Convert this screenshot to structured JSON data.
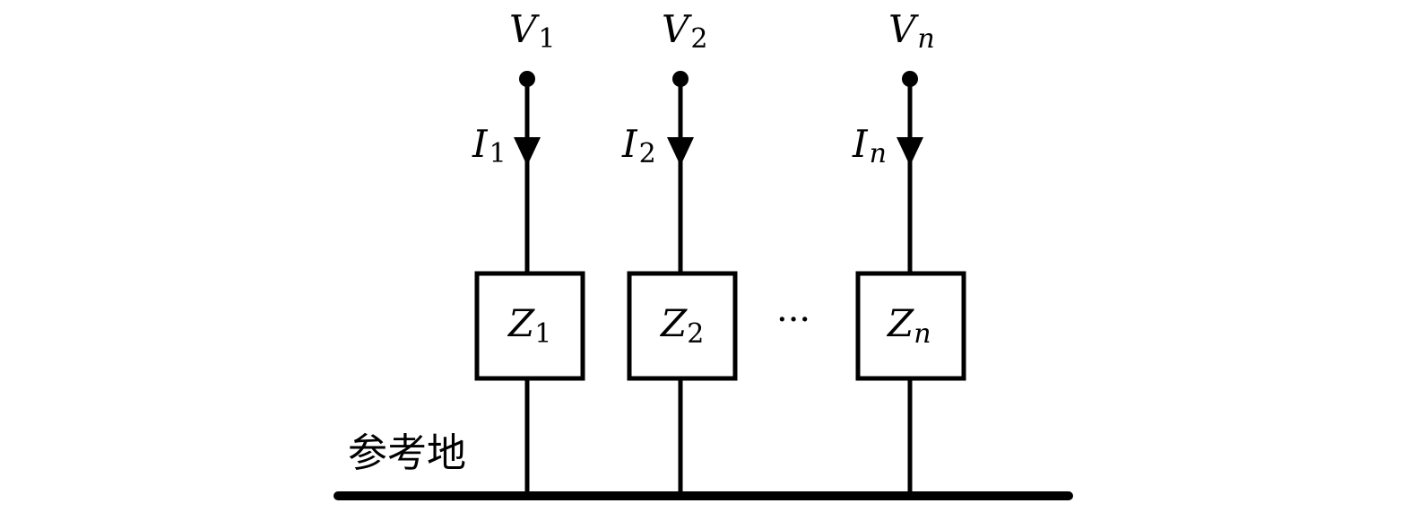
{
  "branches": [
    {
      "voltage": {
        "symbol": "V",
        "index": "1"
      },
      "current": {
        "symbol": "I",
        "index": "1"
      },
      "impedance": {
        "symbol": "Z",
        "index": "1"
      }
    },
    {
      "voltage": {
        "symbol": "V",
        "index": "2"
      },
      "current": {
        "symbol": "I",
        "index": "2"
      },
      "impedance": {
        "symbol": "Z",
        "index": "2"
      }
    },
    {
      "voltage": {
        "symbol": "V",
        "index": "n"
      },
      "current": {
        "symbol": "I",
        "index": "n"
      },
      "impedance": {
        "symbol": "Z",
        "index": "n"
      }
    }
  ],
  "ellipsis": "···",
  "ground_label": "参考地",
  "colors": {
    "stroke": "#000000",
    "background": "#ffffff"
  }
}
